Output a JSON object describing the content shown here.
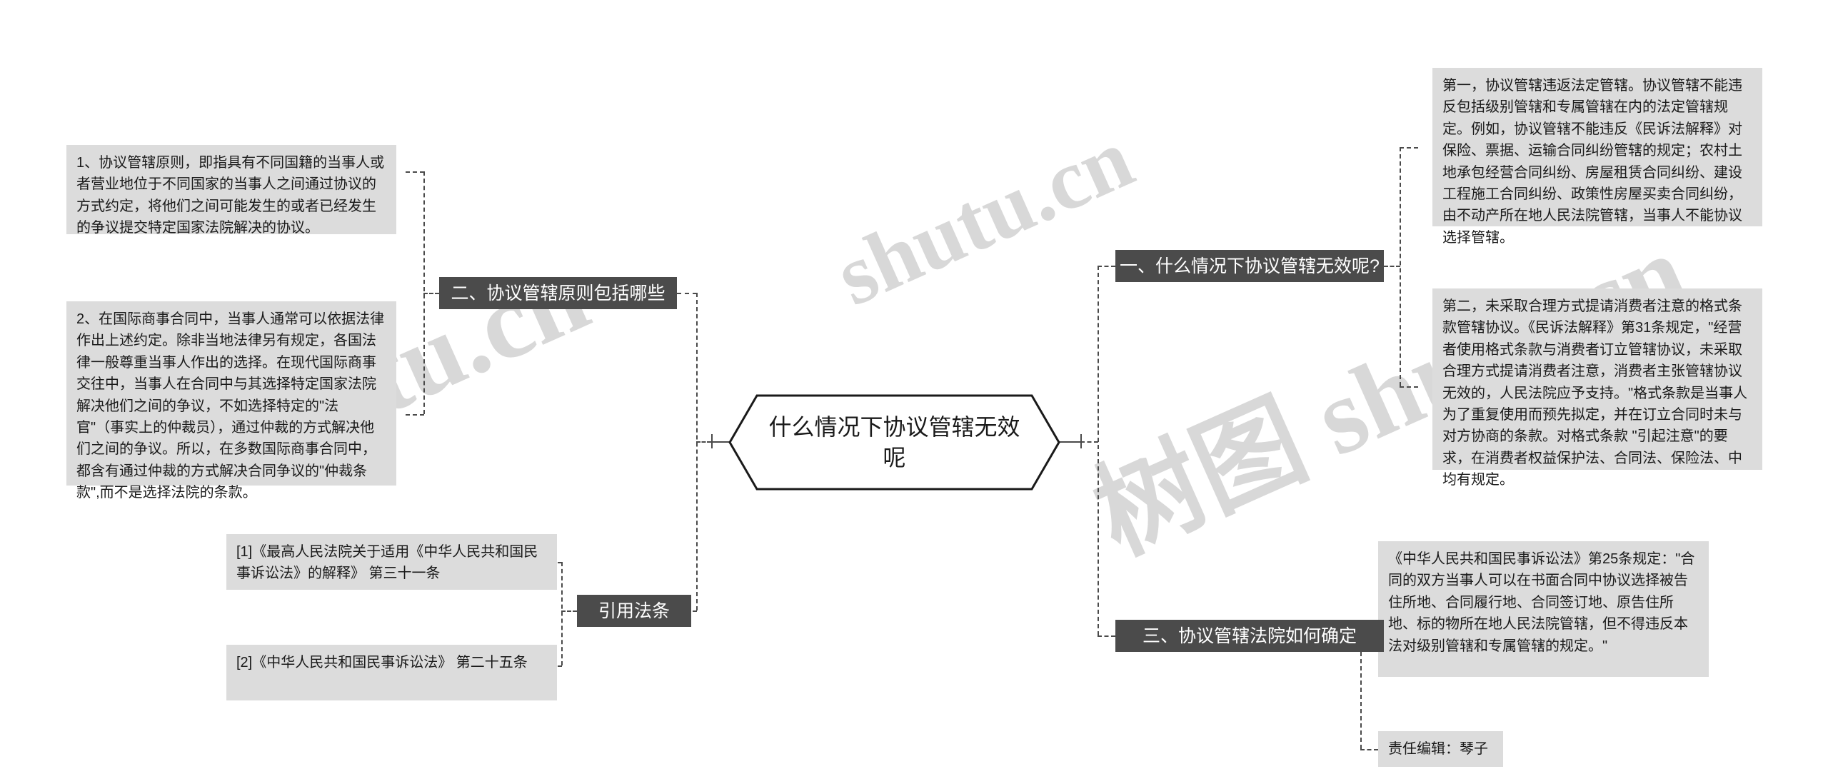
{
  "watermarks": {
    "left": "shutu.cn",
    "right": "树图 shutu.cn",
    "mid": "shutu.cn"
  },
  "center": {
    "title": "什么情况下协议管辖无效呢"
  },
  "branches": {
    "one": "一、什么情况下协议管辖无效呢?",
    "two": "二、协议管辖原则包括哪些",
    "three": "三、协议管辖法院如何确定",
    "citations": "引用法条"
  },
  "leaves": {
    "left_principle_1": "1、协议管辖原则，即指具有不同国籍的当事人或者营业地位于不同国家的当事人之间通过协议的方式约定，将他们之间可能发生的或者已经发生的争议提交特定国家法院解决的协议。",
    "left_principle_2": "2、在国际商事合同中，当事人通常可以依据法律作出上述约定。除非当地法律另有规定，各国法律一般尊重当事人作出的选择。在现代国际商事交往中，当事人在合同中与其选择特定国家法院解决他们之间的争议，不如选择特定的\"法官\"（事实上的仲裁员），通过仲裁的方式解决他们之间的争议。所以，在多数国际商事合同中，都含有通过仲裁的方式解决合同争议的\"仲裁条款\",而不是选择法院的条款。",
    "citation_1": "[1]《最高人民法院关于适用《中华人民共和国民事诉讼法》的解释》 第三十一条",
    "citation_2": "[2]《中华人民共和国民事诉讼法》 第二十五条",
    "right_invalid_1": "第一，协议管辖违返法定管辖。协议管辖不能违反包括级别管辖和专属管辖在内的法定管辖规定。例如，协议管辖不能违反《民诉法解释》对保险、票据、运输合同纠纷管辖的规定；农村土地承包经营合同纠纷、房屋租赁合同纠纷、建设工程施工合同纠纷、政策性房屋买卖合同纠纷，由不动产所在地人民法院管辖，当事人不能协议选择管辖。",
    "right_invalid_2": "第二，未采取合理方式提请消费者注意的格式条款管辖协议。《民诉法解释》第31条规定，\"经营者使用格式条款与消费者订立管辖协议，未采取合理方式提请消费者注意，消费者主张管辖协议无效的，人民法院应予支持。\"格式条款是当事人为了重复使用而预先拟定，并在订立合同时未与对方协商的条款。对格式条款 \"引起注意\"的要求，在消费者权益保护法、合同法、保险法、中均有规定。",
    "right_court": "《中华人民共和国民事诉讼法》第25条规定：\"合同的双方当事人可以在书面合同中协议选择被告住所地、合同履行地、合同签订地、原告住所地、标的物所在地人民法院管辖，但不得违反本法对级别管辖和专属管辖的规定。\"",
    "editor": "责任编辑：琴子"
  },
  "colors": {
    "branch_bg": "#4b4b4b",
    "leaf_bg": "#dcdcdc",
    "line": "#4a4a4a",
    "text_dark": "#1a1a1a",
    "text_light": "#ffffff",
    "background": "#ffffff"
  }
}
